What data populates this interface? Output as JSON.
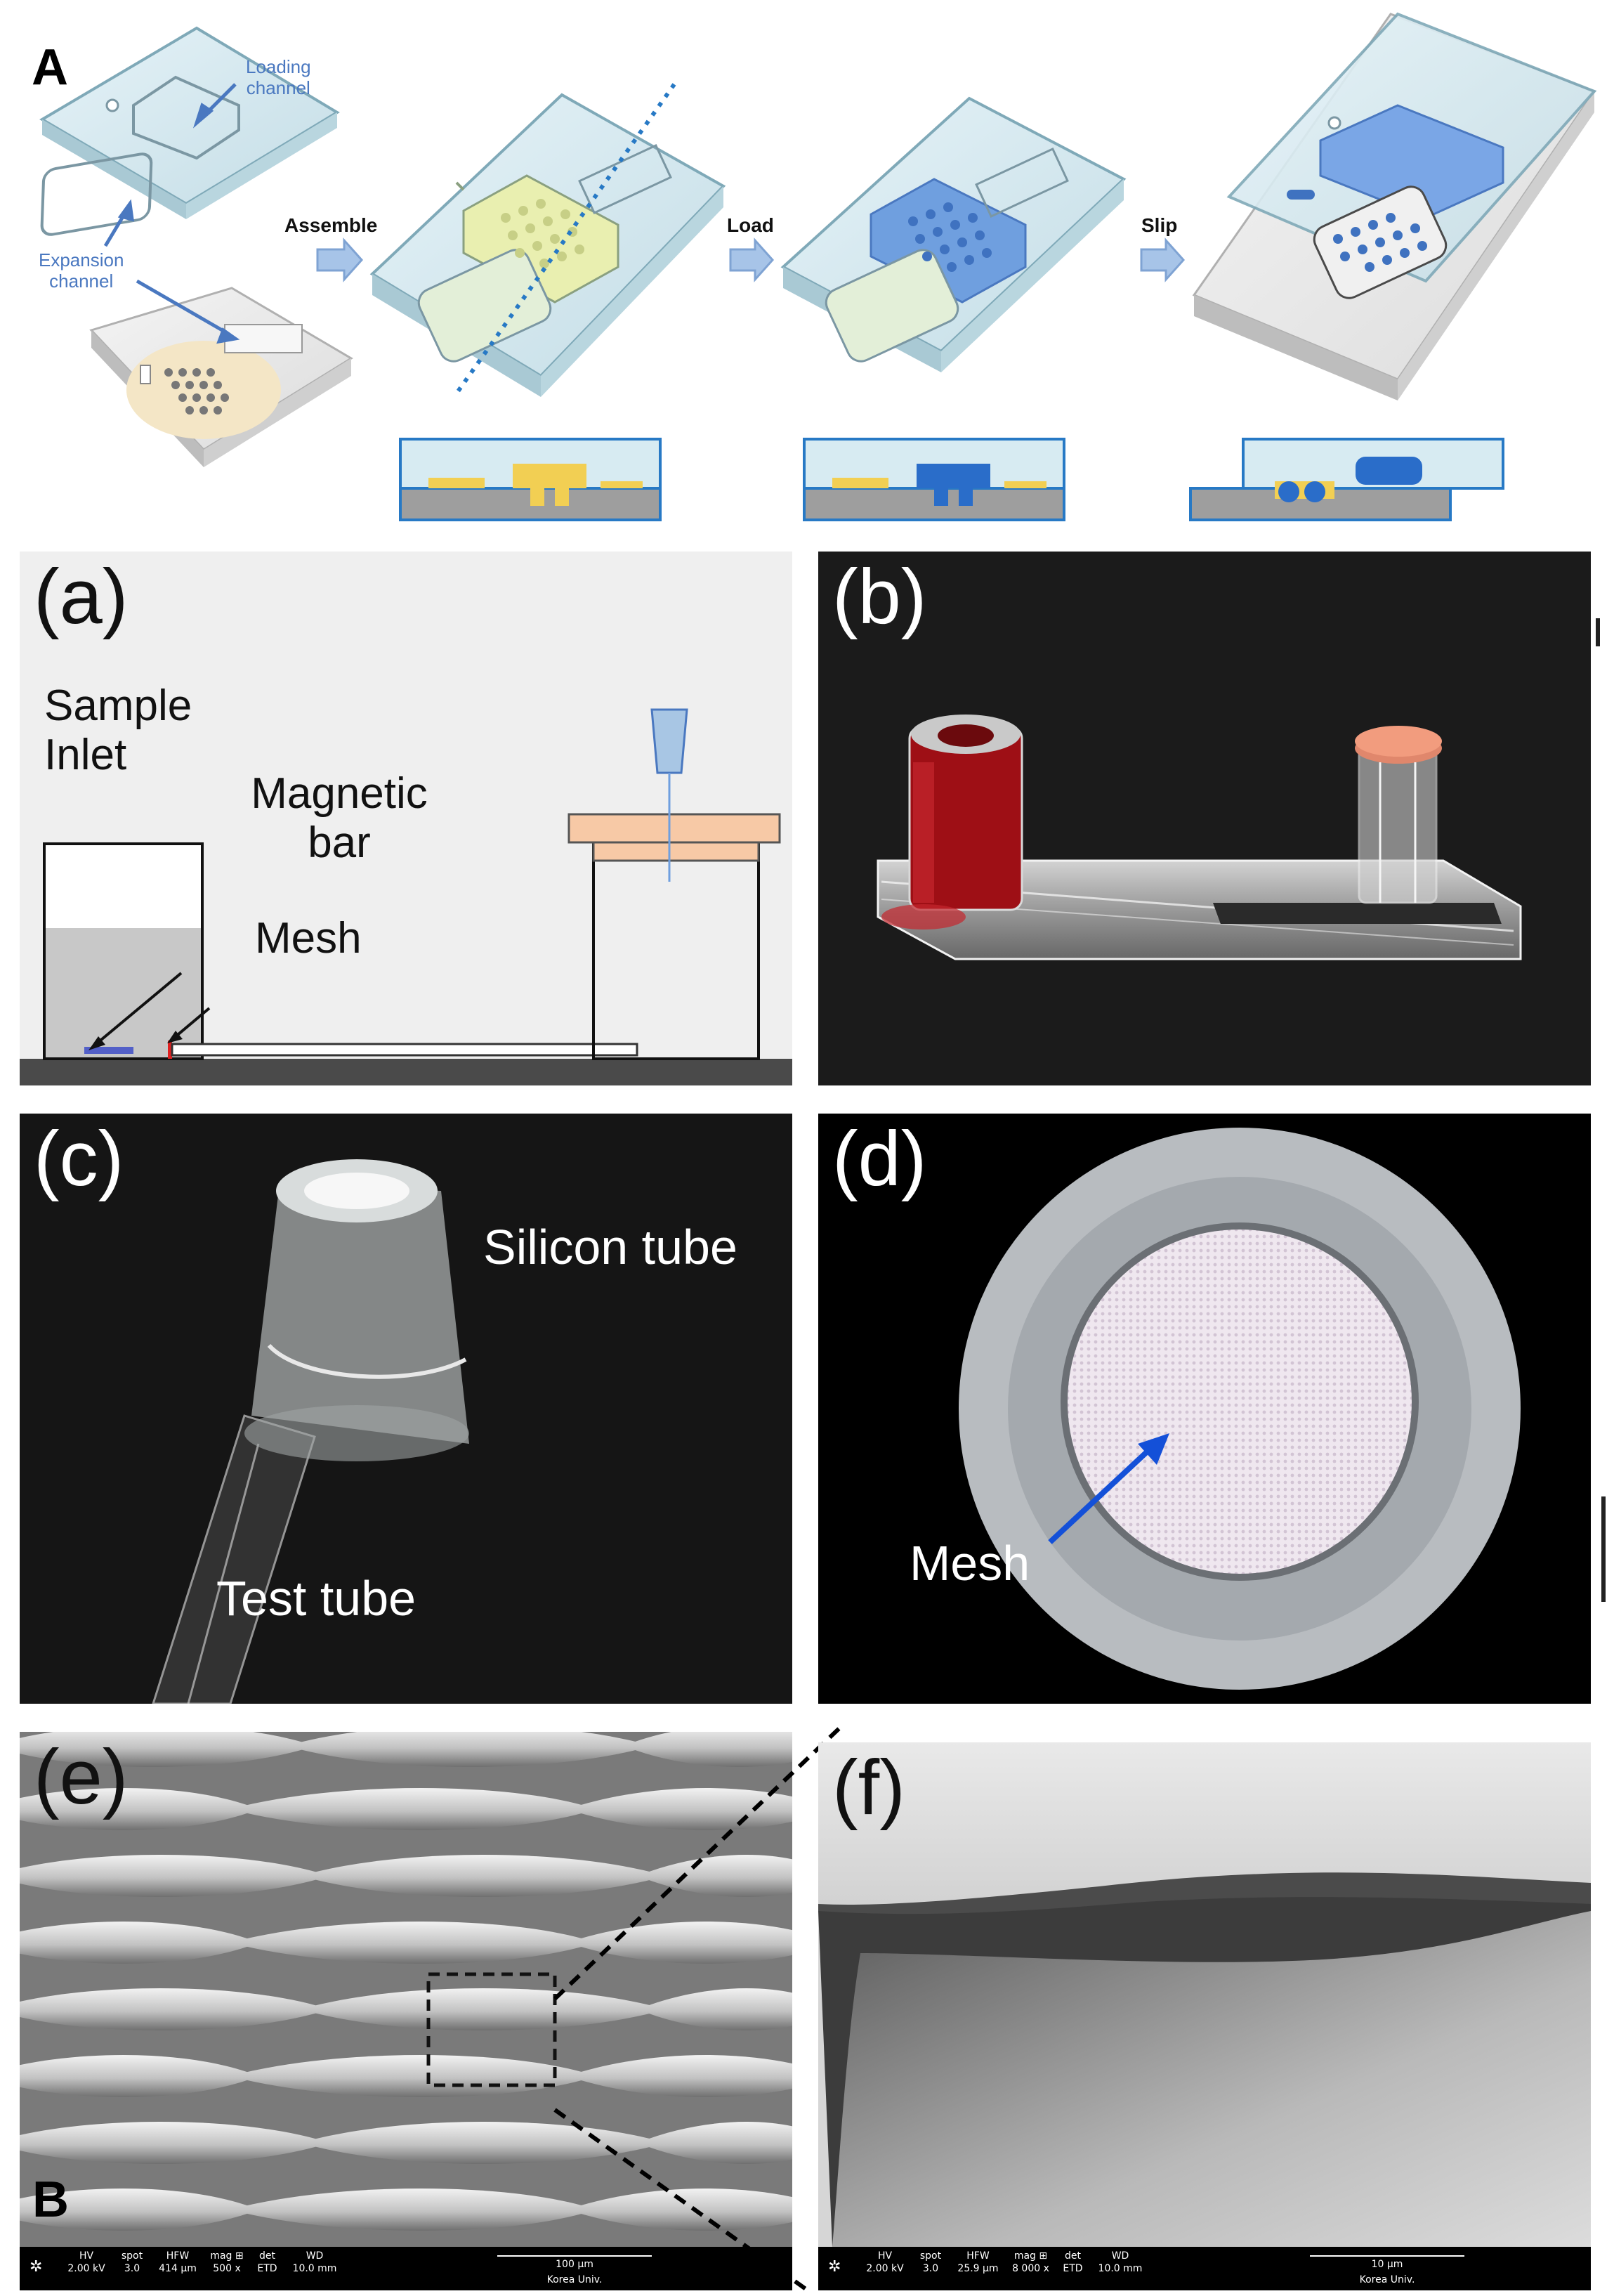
{
  "panel_A": {
    "label": "A",
    "loading_channel": [
      "Loading",
      "channel"
    ],
    "expansion_channel": [
      "Expansion",
      "channel"
    ],
    "steps": [
      "Assemble",
      "Load",
      "Slip"
    ]
  },
  "panel_a": {
    "label": "(a)",
    "sample_inlet": [
      "Sample",
      "Inlet"
    ],
    "magnetic_bar": [
      "Magnetic",
      "bar"
    ],
    "mesh": "Mesh"
  },
  "panel_b": {
    "label": "(b)"
  },
  "panel_c": {
    "label": "(c)",
    "silicon_tube": "Silicon tube",
    "test_tube": "Test tube"
  },
  "panel_d": {
    "label": "(d)",
    "mesh": "Mesh"
  },
  "panel_e": {
    "label": "(e)",
    "bottom_label": "B",
    "sem_bar": {
      "headers": [
        "HV",
        "spot",
        "HFW",
        "mag ⊞",
        "det",
        "WD"
      ],
      "values": [
        "2.00 kV",
        "3.0",
        "414 µm",
        "500 x",
        "ETD",
        "10.0 mm"
      ],
      "scale": "100 µm",
      "institution": "Korea Univ."
    }
  },
  "panel_f": {
    "label": "(f)",
    "sem_bar": {
      "headers": [
        "HV",
        "spot",
        "HFW",
        "mag ⊞",
        "det",
        "WD"
      ],
      "values": [
        "2.00 kV",
        "3.0",
        "25.9 µm",
        "8 000 x",
        "ETD",
        "10.0 mm"
      ],
      "scale": "10 µm",
      "institution": "Korea Univ."
    }
  },
  "colors": {
    "annotation_blue": "#4a78c0",
    "chip_glass": "#cfe6ee",
    "chip_edge": "#7fa9b8",
    "yellow_fill": "#e9efb0",
    "blue_fill": "#6f9fdf",
    "section_yellow": "#f2cf53",
    "section_blue": "#2a6dc9",
    "sample_gray": "#c8c8c8",
    "skin_orange": "#f7c9a6",
    "blood_red": "#9e0f15"
  }
}
